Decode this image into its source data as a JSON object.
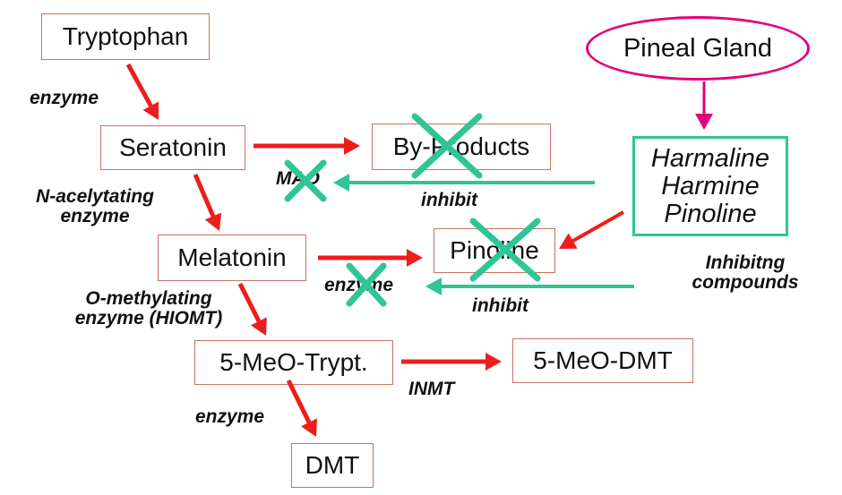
{
  "nodes": {
    "tryptophan": "Tryptophan",
    "seratonin": "Seratonin",
    "by_products": "By-Products",
    "melatonin": "Melatonin",
    "pinoline": "Pinoline",
    "meo_trypt": "5-MeO-Trypt.",
    "meo_dmt": "5-MeO-DMT",
    "dmt": "DMT",
    "pineal_gland": "Pineal Gland",
    "inhibitors": [
      "Harmaline",
      "Harmine",
      "Pinoline"
    ]
  },
  "labels": {
    "enzyme_1": "enzyme",
    "n_acetylating": [
      "N-acelytating",
      "enzyme"
    ],
    "o_methylating": [
      "O-methylating",
      "enzyme (HIOMT)"
    ],
    "enzyme_2": "enzyme",
    "mao": "MAO",
    "enzyme_3": "enzyme",
    "inhibit_1": "inhibit",
    "inhibit_2": "inhibit",
    "inmt": "INMT",
    "inhibiting_compounds": [
      "Inhibitng",
      "compounds"
    ]
  },
  "colors": {
    "flow_arrow": "#ee1d1d",
    "inhibit_arrow": "#2fc596",
    "cross": "#2fc596",
    "pineal_arrow": "#e3007a",
    "pineal_border": "#e3007a",
    "inhibitor_border": "#2fc596",
    "node_border": "#c8735f"
  }
}
